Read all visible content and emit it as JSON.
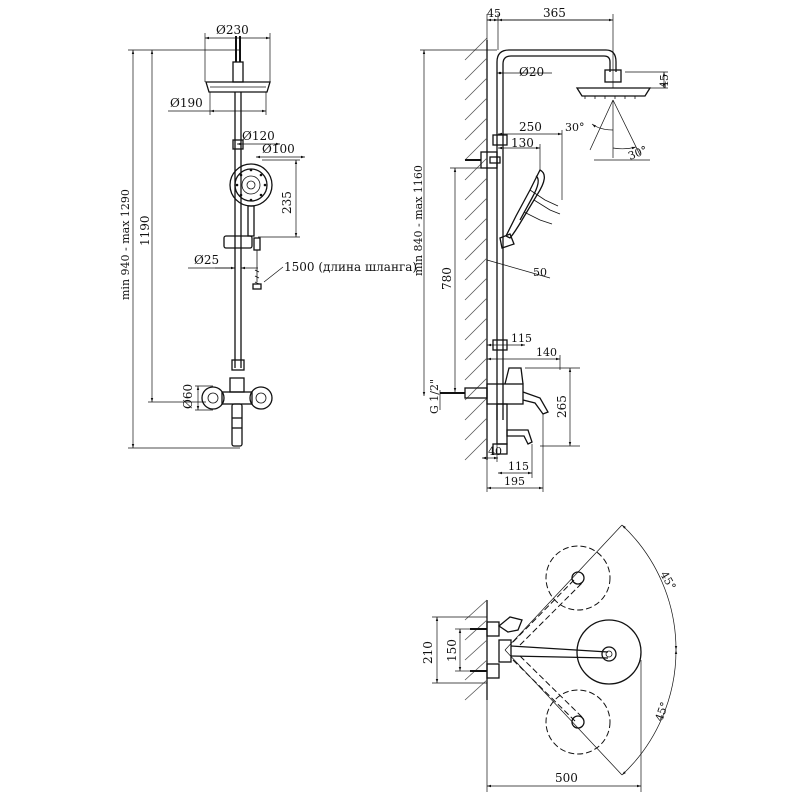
{
  "front_view": {
    "head_diameter": "Ø230",
    "head_inner_diameter": "Ø190",
    "hand_shower_diameter_outer": "Ø120",
    "hand_shower_diameter_inner": "Ø100",
    "holder_height": "235",
    "bar_diameter": "Ø25",
    "hose_length": "1500 (длина шланга)",
    "overall_height": "min 940 - max 1290",
    "bar_height": "1190",
    "inlet_diameter": "Ø60"
  },
  "side_view": {
    "wall_offset": "45",
    "arm_length": "365",
    "arm_diameter": "Ø20",
    "head_thickness": "45",
    "tilt_angle_1": "30°",
    "tilt_angle_2": "30°",
    "holder_reach": "250",
    "holder_bracket": "130",
    "height_range": "min 840 - max 1160",
    "holder_spacing": "780",
    "hand_angle": "50",
    "mixer_depth": "115",
    "mixer_body": "140",
    "spout_height": "265",
    "thread": "G 1/2\"",
    "spout_offset": "40",
    "spout_reach": "115",
    "total_depth": "195"
  },
  "top_view": {
    "angle_1": "45°",
    "angle_2": "45°",
    "outer_spacing": "210",
    "inner_spacing": "150",
    "lever_reach": "500"
  }
}
